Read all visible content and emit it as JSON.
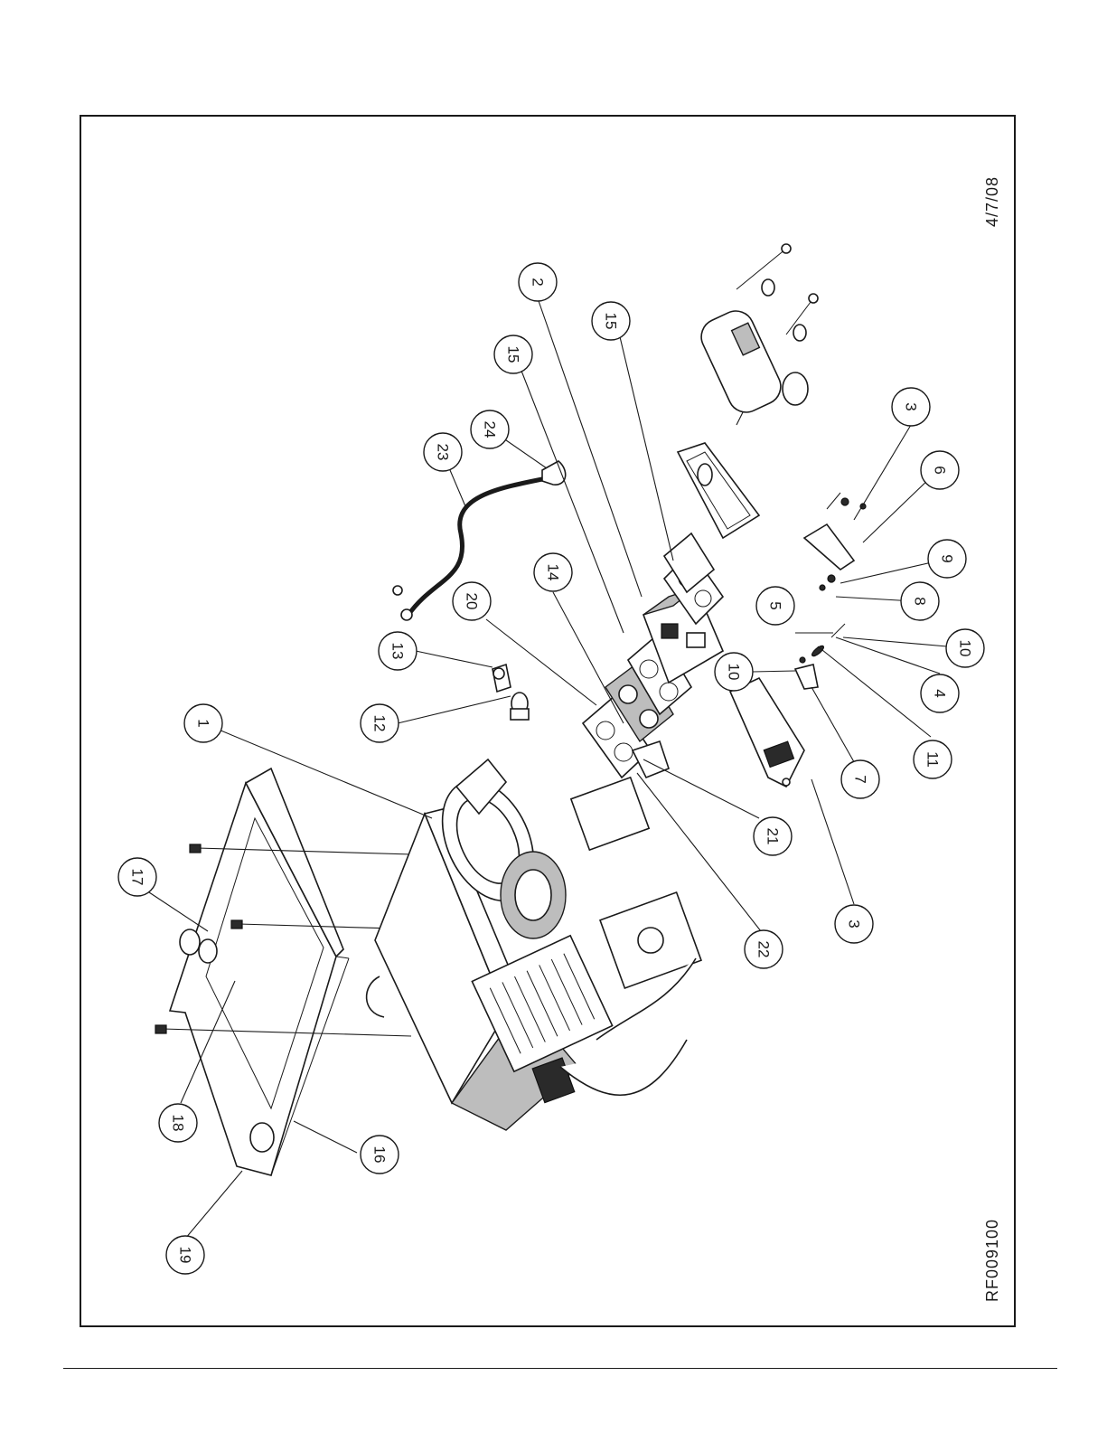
{
  "drawing": {
    "date": "4/7/08",
    "number": "RF009100"
  },
  "callouts": [
    {
      "id": "c1",
      "label": "1"
    },
    {
      "id": "c2",
      "label": "2"
    },
    {
      "id": "c3a",
      "label": "3"
    },
    {
      "id": "c3b",
      "label": "3"
    },
    {
      "id": "c4",
      "label": "4"
    },
    {
      "id": "c5",
      "label": "5"
    },
    {
      "id": "c6",
      "label": "6"
    },
    {
      "id": "c7",
      "label": "7"
    },
    {
      "id": "c8",
      "label": "8"
    },
    {
      "id": "c9",
      "label": "9"
    },
    {
      "id": "c10a",
      "label": "10"
    },
    {
      "id": "c10b",
      "label": "10"
    },
    {
      "id": "c11",
      "label": "11"
    },
    {
      "id": "c12",
      "label": "12"
    },
    {
      "id": "c13",
      "label": "13"
    },
    {
      "id": "c14",
      "label": "14"
    },
    {
      "id": "c15a",
      "label": "15"
    },
    {
      "id": "c15b",
      "label": "15"
    },
    {
      "id": "c16",
      "label": "16"
    },
    {
      "id": "c17",
      "label": "17"
    },
    {
      "id": "c18",
      "label": "18"
    },
    {
      "id": "c19",
      "label": "19"
    },
    {
      "id": "c20",
      "label": "20"
    },
    {
      "id": "c21",
      "label": "21"
    },
    {
      "id": "c22",
      "label": "22"
    },
    {
      "id": "c23",
      "label": "23"
    },
    {
      "id": "c24",
      "label": "24"
    }
  ]
}
